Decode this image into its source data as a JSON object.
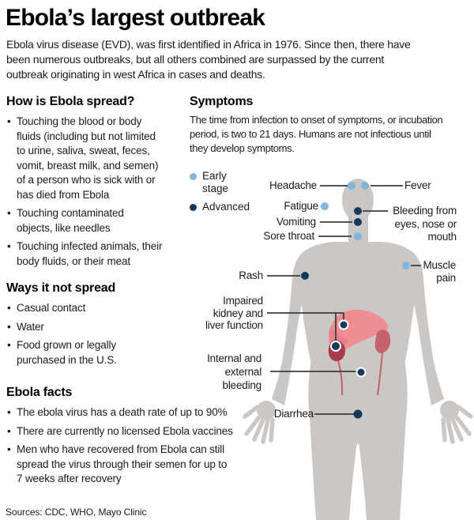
{
  "title": "Ebola’s largest outbreak",
  "intro": "Ebola virus disease (EVD), was first identified in Africa in 1976. Since then, there have\nbeen numerous outbreaks, but all others combined are surpassed by the current\noutbreak originating in west Africa in cases and deaths.",
  "colors": {
    "early": "#82b5d9",
    "advanced": "#14395c",
    "body": "#cac7c5",
    "liver": "#ee8e92",
    "liver_shade": "#e2808c",
    "kidney": "#c4626e",
    "organ_dark": "#a53b4b",
    "connector": "#3d3d3d"
  },
  "spread": {
    "heading": "How is Ebola spread?",
    "items": [
      "Touching the blood or body\nfluids (including but not limited\nto urine, saliva, sweat, feces,\nvomit, breast milk, and semen)\nof a person who is sick with or\nhas died from Ebola",
      "Touching contaminated\nobjects, like needles",
      "Touching infected animals, their\nbody fluids, or their meat"
    ]
  },
  "not_spread": {
    "heading": "Ways it not spread",
    "items": [
      "Casual contact",
      "Water",
      "Food grown or legally\npurchased in the U.S."
    ]
  },
  "facts": {
    "heading": "Ebola facts",
    "items": [
      "The ebola virus has a death rate of up to 90%",
      "There are currently no licensed Ebola vaccines",
      "Men who have recovered from Ebola can still\nspread the virus through their semen for up to\n7 weeks after recovery"
    ]
  },
  "symptoms": {
    "heading": "Symptoms",
    "intro": "The time from infection to onset of symptoms, or incubation\nperiod, is two to 21 days. Humans are not infectious until\nthey develop symptoms.",
    "legend": [
      {
        "label": "Early\nstage",
        "stage": "early"
      },
      {
        "label": "Advanced",
        "stage": "advanced"
      }
    ],
    "labels": [
      {
        "text": "Headache",
        "stage": "early"
      },
      {
        "text": "Fever",
        "stage": "early"
      },
      {
        "text": "Fatigue",
        "stage": "early"
      },
      {
        "text": "Bleeding from\neyes, nose or\nmouth",
        "stage": "advanced"
      },
      {
        "text": "Vomiting",
        "stage": "advanced"
      },
      {
        "text": "Sore throat",
        "stage": "early"
      },
      {
        "text": "Muscle\npain",
        "stage": "early"
      },
      {
        "text": "Rash",
        "stage": "advanced"
      },
      {
        "text": "Impaired\nkidney and\nliver function",
        "stage": "advanced"
      },
      {
        "text": "Internal and\nexternal\nbleeding",
        "stage": "advanced"
      },
      {
        "text": "Diarrhea",
        "stage": "advanced"
      }
    ]
  },
  "sources": "Sources: CDC, WHO, Mayo Clinic"
}
